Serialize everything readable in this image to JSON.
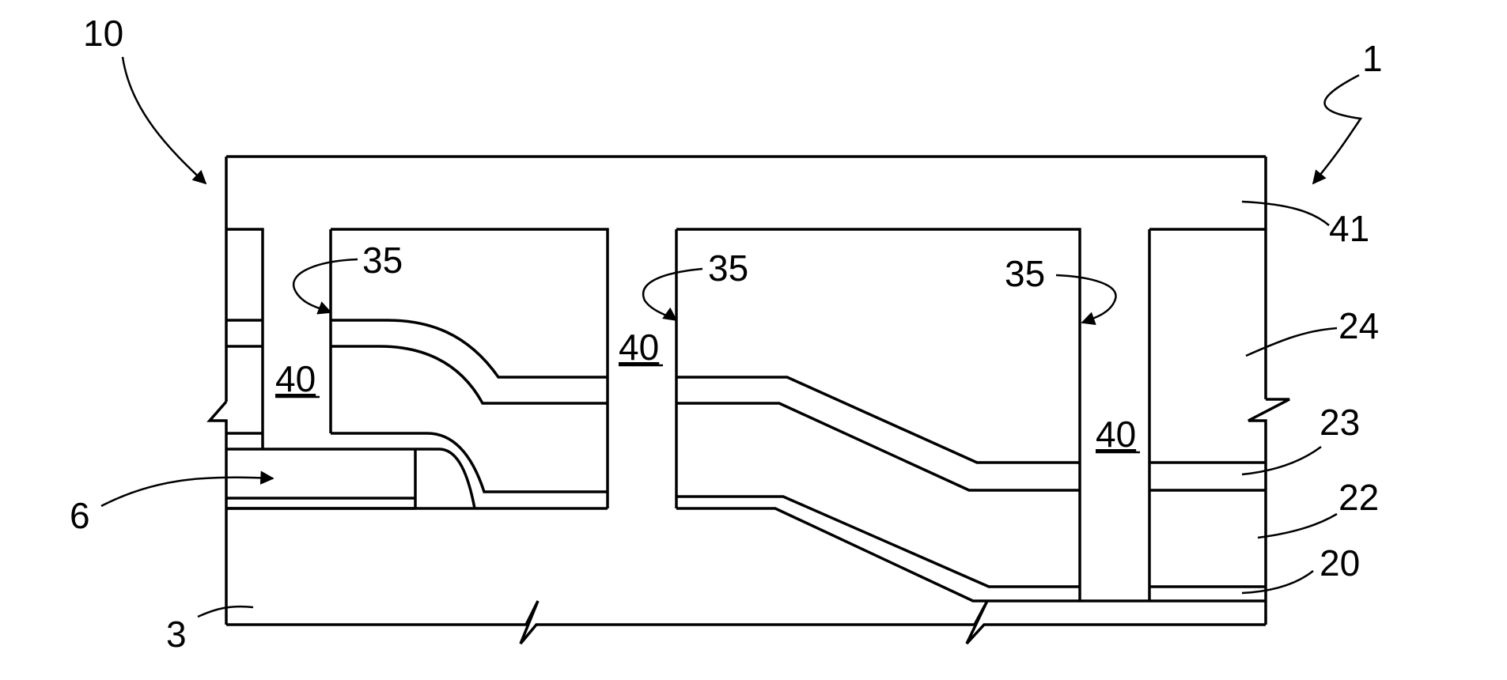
{
  "figure": {
    "labels": {
      "device_ref": "10",
      "structure_ref": "1",
      "top_layer": "41",
      "layer_24": "24",
      "layer_23": "23",
      "layer_22": "22",
      "layer_20": "20",
      "substrate": "3",
      "light_input": "6",
      "sidewall_a": "35",
      "sidewall_b": "35",
      "sidewall_c": "35",
      "trench_a": "40",
      "trench_b": "40",
      "trench_c": "40"
    }
  }
}
